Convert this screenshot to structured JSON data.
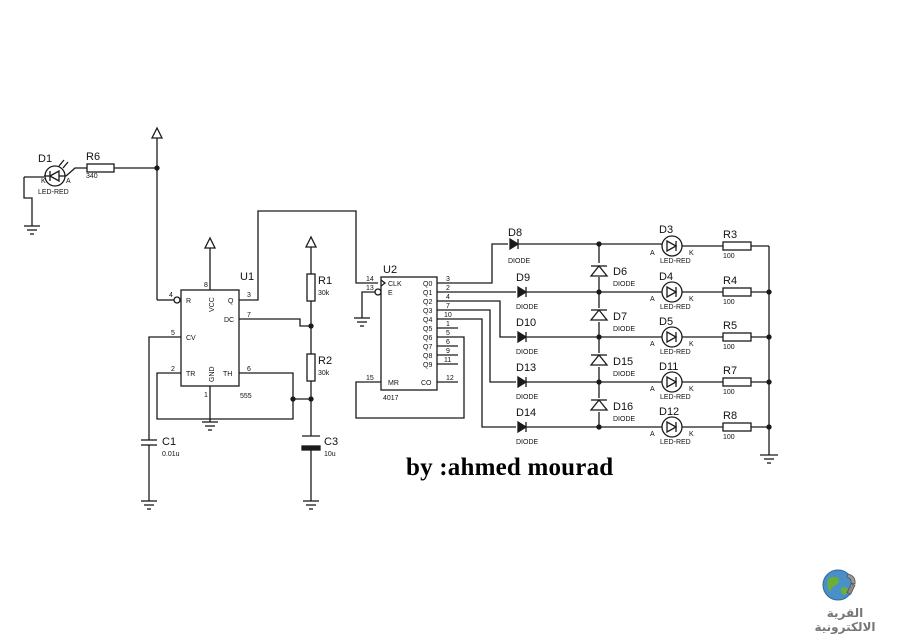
{
  "byline": "by :ahmed mourad",
  "logo": {
    "text": "القرية الالكترونية"
  },
  "u1": {
    "ref": "U1",
    "type": "555",
    "pins": {
      "r": "R",
      "vcc": "VCC",
      "q": "Q",
      "dc": "DC",
      "cv": "CV",
      "tr": "TR",
      "gnd": "GND",
      "th": "TH",
      "n4": "4",
      "n8": "8",
      "n3": "3",
      "n7": "7",
      "n5": "5",
      "n2": "2",
      "n1": "1",
      "n6": "6"
    }
  },
  "u2": {
    "ref": "U2",
    "type": "4017",
    "pins": {
      "clk": "CLK",
      "e": "E",
      "mr": "MR",
      "co": "CO",
      "q0": "Q0",
      "q1": "Q1",
      "q2": "Q2",
      "q3": "Q3",
      "q4": "Q4",
      "q5": "Q5",
      "q6": "Q6",
      "q7": "Q7",
      "q8": "Q8",
      "q9": "Q9",
      "n14": "14",
      "n13": "13",
      "n15": "15",
      "n12": "12",
      "n3": "3",
      "n2": "2",
      "n4": "4",
      "n7": "7",
      "n10": "10",
      "n1": "1",
      "n5": "5",
      "n6": "6",
      "n9": "9",
      "n11": "11"
    }
  },
  "d1": {
    "ref": "D1",
    "value": "LED-RED",
    "k": "K",
    "a": "A"
  },
  "r6": {
    "ref": "R6",
    "value": "340"
  },
  "r1": {
    "ref": "R1",
    "value": "30k"
  },
  "r2": {
    "ref": "R2",
    "value": "30k"
  },
  "c1": {
    "ref": "C1",
    "value": "0.01u"
  },
  "c3": {
    "ref": "C3",
    "value": "10u"
  },
  "steer": [
    {
      "ref": "D8",
      "value": "DIODE"
    },
    {
      "ref": "D9",
      "value": "DIODE"
    },
    {
      "ref": "D10",
      "value": "DIODE"
    },
    {
      "ref": "D13",
      "value": "DIODE"
    },
    {
      "ref": "D14",
      "value": "DIODE"
    }
  ],
  "vert": [
    {
      "ref": "D6",
      "value": "DIODE"
    },
    {
      "ref": "D7",
      "value": "DIODE"
    },
    {
      "ref": "D15",
      "value": "DIODE"
    },
    {
      "ref": "D16",
      "value": "DIODE"
    }
  ],
  "leds": [
    {
      "ref": "D3",
      "value": "LED-RED",
      "a": "A",
      "k": "K"
    },
    {
      "ref": "D4",
      "value": "LED-RED",
      "a": "A",
      "k": "K"
    },
    {
      "ref": "D5",
      "value": "LED-RED",
      "a": "A",
      "k": "K"
    },
    {
      "ref": "D11",
      "value": "LED-RED",
      "a": "A",
      "k": "K"
    },
    {
      "ref": "D12",
      "value": "LED-RED",
      "a": "A",
      "k": "K"
    }
  ],
  "rout": [
    {
      "ref": "R3",
      "value": "100"
    },
    {
      "ref": "R4",
      "value": "100"
    },
    {
      "ref": "R5",
      "value": "100"
    },
    {
      "ref": "R7",
      "value": "100"
    },
    {
      "ref": "R8",
      "value": "100"
    }
  ]
}
